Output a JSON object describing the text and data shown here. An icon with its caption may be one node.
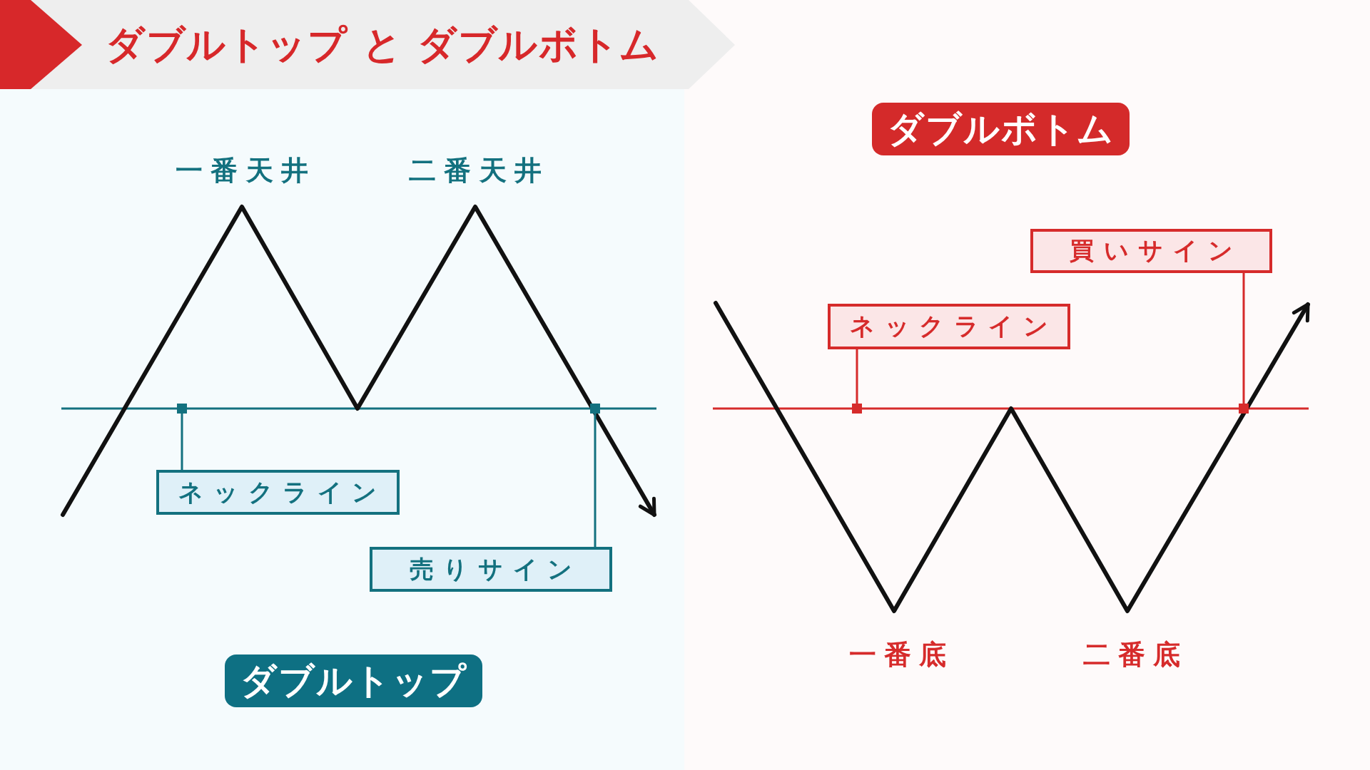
{
  "diagram": {
    "title": "ダブルトップ と ダブルボトム",
    "nodes": [
      {
        "text": [
          "ネックライン"
        ]
      },
      {
        "text": [
          "売りサイン"
        ]
      },
      {
        "text": [
          "ダブルトップ"
        ]
      },
      {
        "text": [
          "ダブルボトム"
        ]
      },
      {
        "text": [
          "買いサイン"
        ]
      },
      {
        "text": [
          "ネックライン"
        ]
      },
      {
        "text": [],
        "shape": "box"
      },
      {
        "text": [],
        "shape": "box"
      },
      {
        "text": [],
        "shape": "box"
      },
      {
        "text": [],
        "shape": "box"
      }
    ],
    "edges": [
      {
        "from": 0,
        "to": 6,
        "arrow": "none"
      },
      {
        "from": 1,
        "to": 7,
        "arrow": "none"
      },
      {
        "from": 5,
        "to": 8,
        "arrow": "none",
        "color": "#d62b2b"
      },
      {
        "from": 4,
        "to": 9,
        "arrow": "none",
        "color": "#d62b2b"
      }
    ],
    "labels": [
      "一番天井",
      "二番天井",
      "一番底",
      "二番底"
    ]
  }
}
